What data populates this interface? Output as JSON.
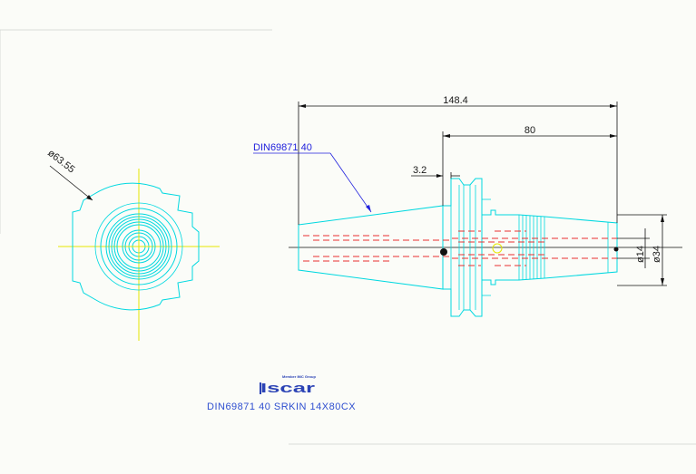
{
  "drawing": {
    "dimensions": {
      "overall_length": "148.4",
      "shank_length": "80",
      "flange_offset": "3.2",
      "bore_diameter": "ø14",
      "shank_diameter": "ø34",
      "flange_diameter": "ø63.55"
    },
    "callout_label": "DIN69871 40",
    "logo_text": "Iscar",
    "logo_subtext": "Member IMC Group",
    "caption": "DIN69871  40  SRKIN  14X80CX"
  },
  "colors": {
    "outline": "#00d8e0",
    "centerline": "#e6e600",
    "hidden_line": "#e83030",
    "dimension": "#111111",
    "leader": "#2222dd"
  }
}
